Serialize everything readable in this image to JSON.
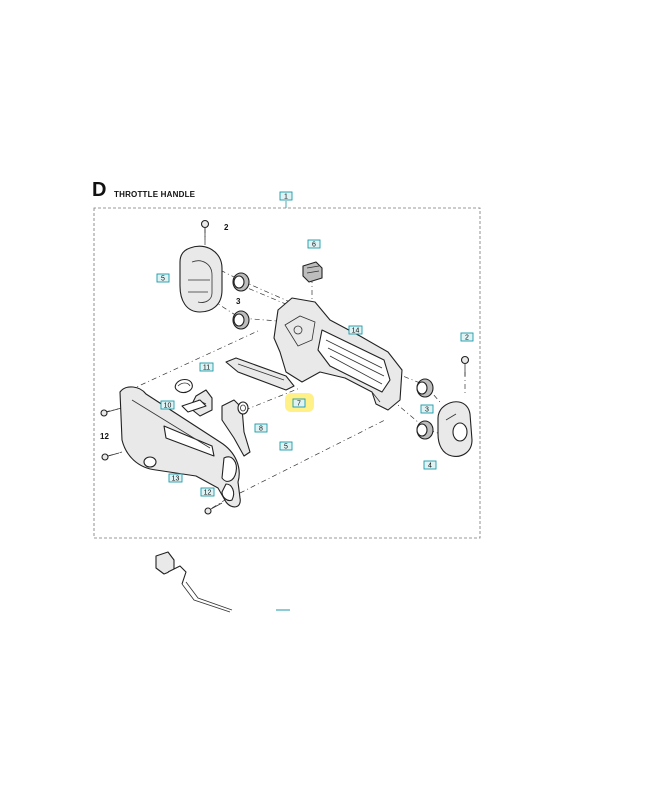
{
  "section": {
    "letter": "D",
    "code": "",
    "title": "THROTTLE HANDLE"
  },
  "callouts": {
    "c1": "1",
    "c2": "2",
    "c3": "3",
    "c4": "4",
    "c5": "5",
    "c5b": "5",
    "c6": "6",
    "c7": "7",
    "c8": "8",
    "c10": "10",
    "c11": "11",
    "c12": "12",
    "c13": "13",
    "c14": "14"
  },
  "plain_labels": {
    "screw_top": "2",
    "spacer_left": "3",
    "screw_left": "12"
  },
  "highlight": {
    "callout": "7",
    "color": "#fff07a"
  },
  "colors": {
    "callout_border": "#1a9aa8",
    "callout_fill": "#dff3f5"
  }
}
